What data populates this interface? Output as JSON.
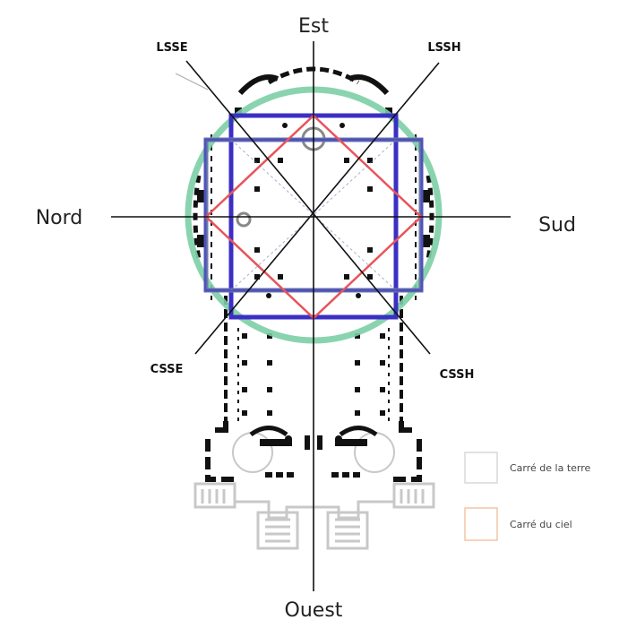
{
  "directions": {
    "north": "Nord",
    "south": "Sud",
    "east": "Est",
    "west": "Ouest"
  },
  "axis_tags": {
    "upper_left": "LSSE",
    "upper_right": "LSSH",
    "lower_left": "CSSE",
    "lower_right": "CSSH"
  },
  "legend": [
    {
      "label": "Carré de la terre",
      "swatch_color": "#d8d8d8"
    },
    {
      "label": "Carré du ciel",
      "swatch_color": "#f3c6a5"
    }
  ],
  "colors": {
    "circle": "#7ccfa6",
    "earth_square": "#3b2fc4",
    "heaven_square": "#6a7bab",
    "diamond": "#e8545a",
    "plan_ink": "#111111",
    "plan_faint": "#c8c8c8",
    "axis_line": "#111111"
  }
}
